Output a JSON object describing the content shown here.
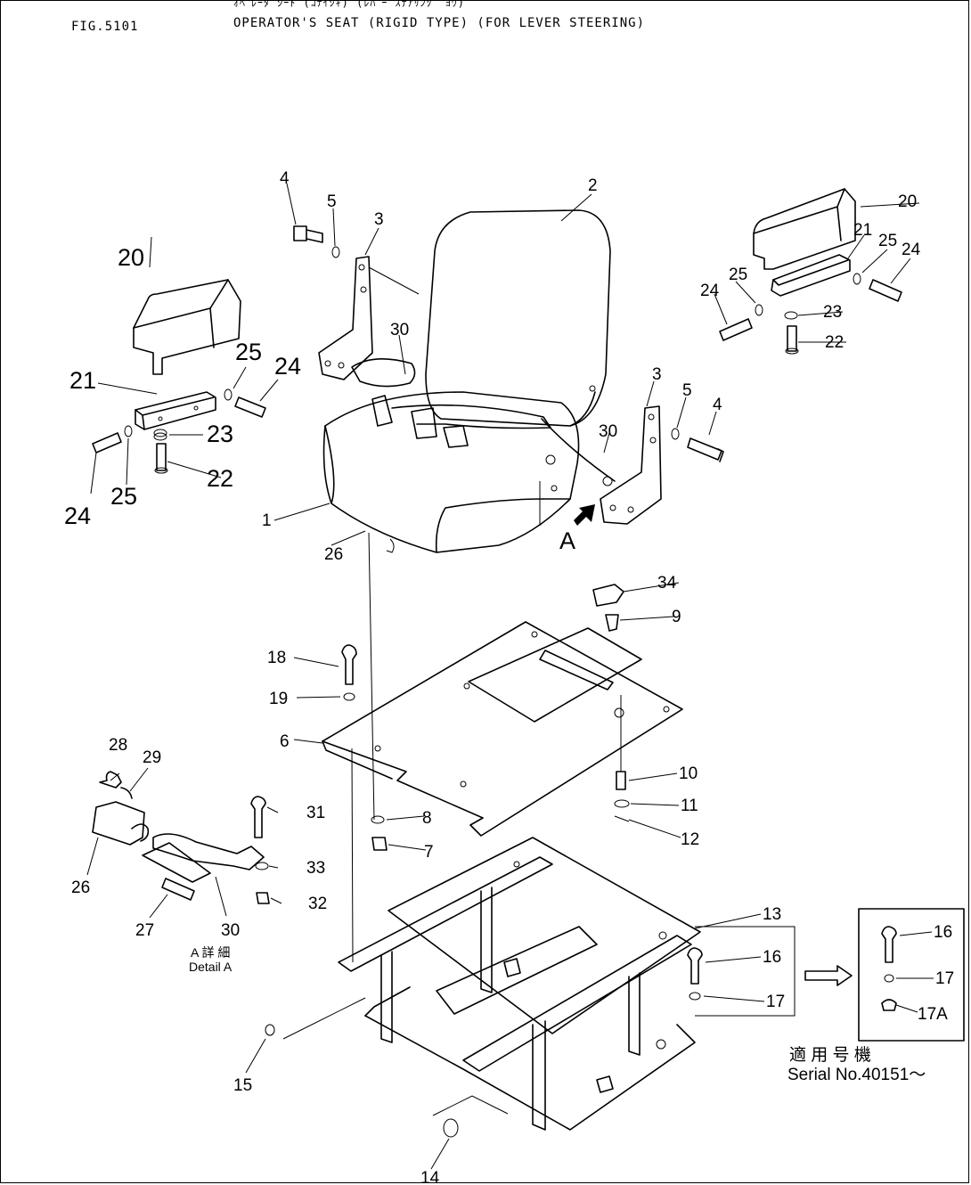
{
  "header": {
    "figure_no": "FIG.5101",
    "japanese_title": "ｵﾍﾟﾚｰﾀ ｼｰﾄ (ｺﾃｲｼｷ) (ﾚﾊﾞｰ ｽﾃｱﾘﾝｸﾞ ﾖｳ)",
    "title": "OPERATOR'S SEAT (RIGID TYPE) (FOR LEVER STEERING)"
  },
  "callouts": [
    "1",
    "2",
    "3",
    "4",
    "5",
    "6",
    "7",
    "8",
    "9",
    "10",
    "11",
    "12",
    "13",
    "14",
    "15",
    "16",
    "17",
    "17A",
    "18",
    "19",
    "20",
    "21",
    "22",
    "23",
    "24",
    "25",
    "26",
    "27",
    "28",
    "29",
    "30",
    "31",
    "32",
    "33",
    "34",
    "A"
  ],
  "detail": {
    "jp": "A 詳 細",
    "en": "Detail A"
  },
  "serial": {
    "jp": "適 用 号 機",
    "label": "Serial  No.40151～"
  },
  "icons": [
    "seat-icon",
    "arrow-right-icon"
  ]
}
